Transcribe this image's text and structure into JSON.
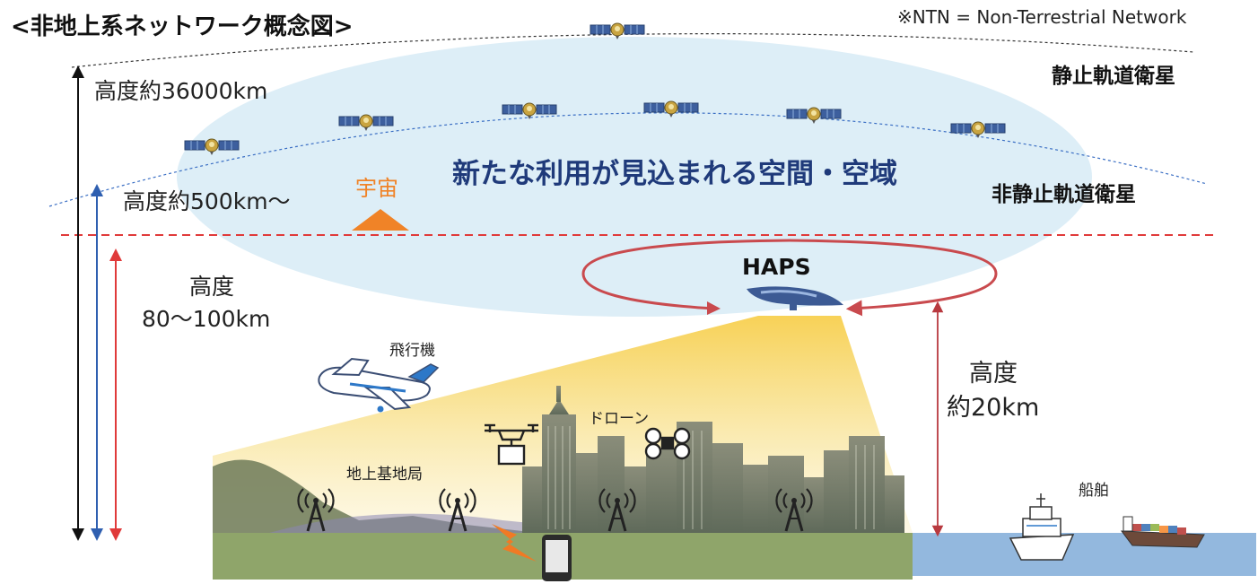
{
  "title": "<非地上系ネットワーク概念図>",
  "note": "※NTN = Non-Terrestrial Network",
  "altitudes": {
    "geo": "高度約36000km",
    "leo": "高度約500km～",
    "space_boundary_line1": "高度",
    "space_boundary_line2": "80～100km",
    "haps_line1": "高度",
    "haps_line2": "約20km"
  },
  "orbits": {
    "geo": "静止軌道衛星",
    "ngso": "非静止軌道衛星"
  },
  "center_caption": "新たな利用が見込まれる空間・空域",
  "space_label": "宇宙",
  "haps_label": "HAPS",
  "ground": {
    "airplane": "飛行機",
    "drone": "ドローン",
    "base_station": "地上基地局",
    "ship": "船舶"
  },
  "colors": {
    "ellipse": "#ddeef7",
    "caption": "#1f3a7a",
    "space": "#f08327",
    "dashed_red": "#e03a3a",
    "arrow_black": "#111111",
    "arrow_blue": "#2f5fb0",
    "arrow_red": "#e03a3a",
    "haps_arrow": "#c94a4e",
    "beam": "#f7d56a",
    "sea": "#93b8de",
    "ground": "#8fa56a"
  },
  "icons": [
    "satellite-icon",
    "haps-aircraft-icon",
    "airplane-icon",
    "drone-icon",
    "antenna-icon",
    "smartphone-icon",
    "lightning-icon",
    "ship-icon",
    "cargo-ship-icon"
  ]
}
